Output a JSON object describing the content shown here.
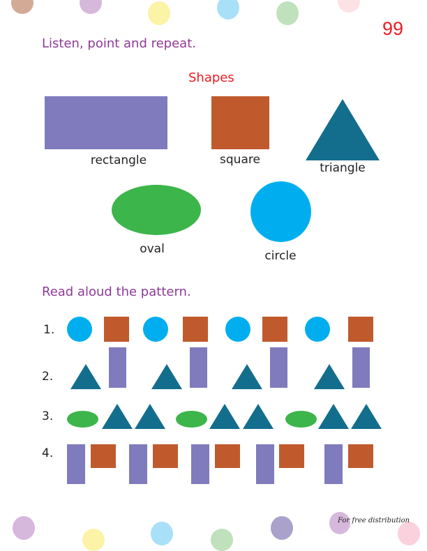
{
  "page": {
    "number": "99",
    "footer": "For free distribution"
  },
  "section1": {
    "instruction": "Listen, point and repeat.",
    "title": "Shapes",
    "shapes": {
      "rectangle": "rectangle",
      "square": "square",
      "triangle": "triangle",
      "oval": "oval",
      "circle": "circle"
    }
  },
  "section2": {
    "instruction": "Read aloud the pattern.",
    "rows": [
      {
        "number": "1.",
        "pattern": [
          "circle",
          "square",
          "circle",
          "square",
          "circle",
          "square",
          "circle",
          "square"
        ]
      },
      {
        "number": "2.",
        "pattern": [
          "triangle",
          "rectangle",
          "triangle",
          "rectangle",
          "triangle",
          "rectangle",
          "triangle",
          "rectangle"
        ]
      },
      {
        "number": "3.",
        "pattern": [
          "oval",
          "triangle",
          "triangle",
          "oval",
          "triangle",
          "triangle",
          "oval",
          "triangle",
          "triangle"
        ]
      },
      {
        "number": "4.",
        "pattern": [
          "rectangle",
          "square",
          "rectangle",
          "square",
          "rectangle",
          "square",
          "rectangle",
          "square",
          "rectangle",
          "square"
        ]
      }
    ]
  },
  "colors": {
    "purple": "#7f7bbd",
    "brown": "#c05a2d",
    "teal": "#136e8d",
    "green": "#3cb54a",
    "blue": "#00aeef",
    "heading": "#8e3a97",
    "title": "#ed1c24"
  }
}
